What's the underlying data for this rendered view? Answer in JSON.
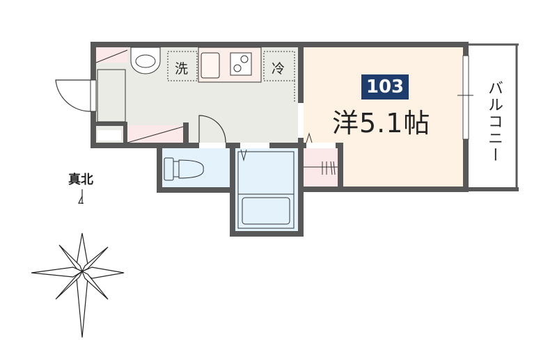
{
  "unit_number": "103",
  "room_label": "洋5.1帖",
  "balcony_label": "バルコニー",
  "fixtures": {
    "washer": "洗",
    "fridge": "冷"
  },
  "compass_label": "真北",
  "colors": {
    "wall": "#585858",
    "kitchen_floor": "#ebebe5",
    "room_floor": "#fdf2e4",
    "wet_area": "#e3f2fb",
    "storage": "#fbe8e9",
    "unit_badge": "#1f3d6c"
  }
}
